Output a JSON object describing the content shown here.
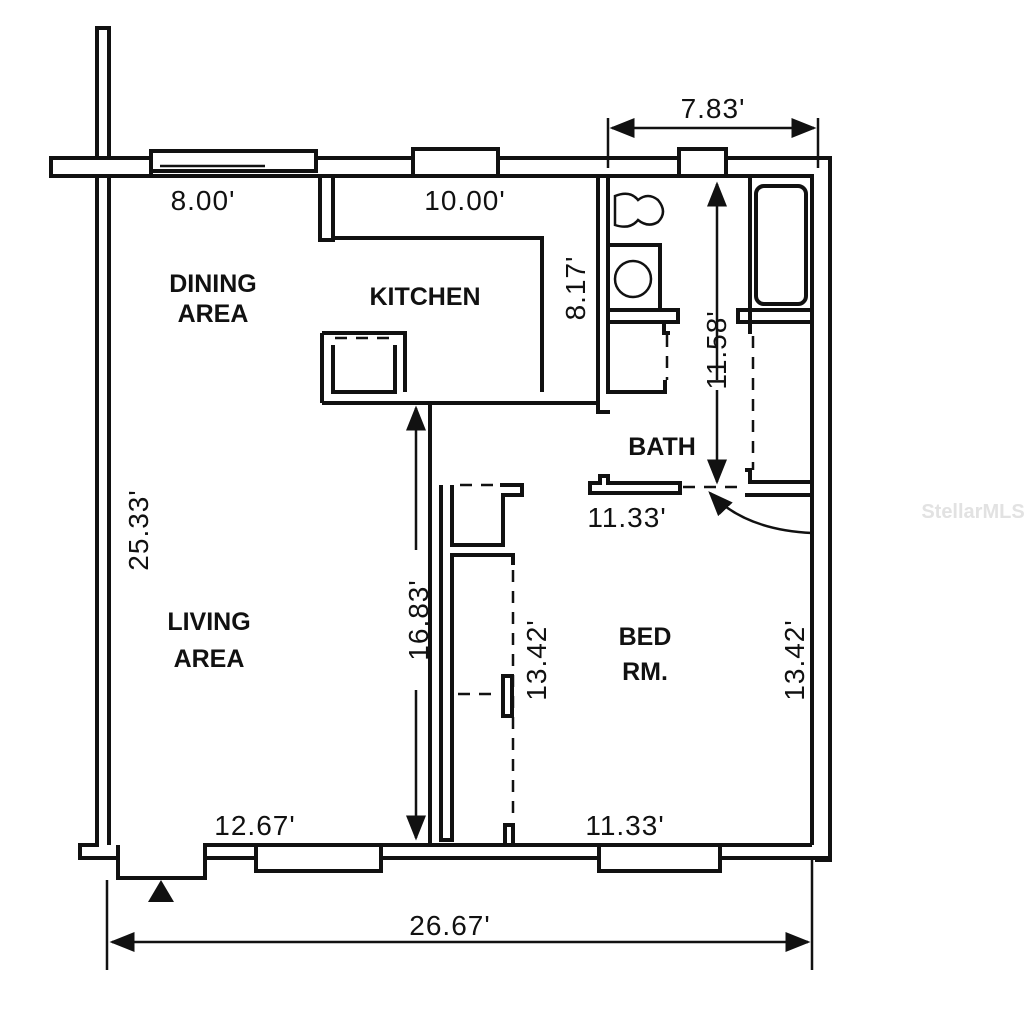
{
  "plan": {
    "rooms": {
      "dining": {
        "line1": "DINING",
        "line2": "AREA"
      },
      "kitchen": {
        "line1": "KITCHEN"
      },
      "bath": {
        "line1": "BATH"
      },
      "living": {
        "line1": "LIVING",
        "line2": "AREA"
      },
      "bedroom": {
        "line1": "BED",
        "line2": "RM."
      }
    },
    "dimensions": {
      "dining_width": "8.00'",
      "kitchen_width": "10.00'",
      "kitchen_depth": "8.17'",
      "bath_width": "7.83'",
      "bath_depth": "11.58'",
      "bedroom_top_width": "11.33'",
      "living_height": "25.33'",
      "living_partial_height": "16.83'",
      "bedroom_left_height": "13.42'",
      "bedroom_right_height": "13.42'",
      "living_width": "12.67'",
      "bedroom_bottom_width": "11.33'",
      "overall_width": "26.67'"
    },
    "entry_marker": "entry-triangle",
    "colors": {
      "lines": "#111111",
      "background": "#ffffff",
      "watermark": "#e2e2e2"
    }
  },
  "watermark": {
    "text": "StellarMLS"
  }
}
